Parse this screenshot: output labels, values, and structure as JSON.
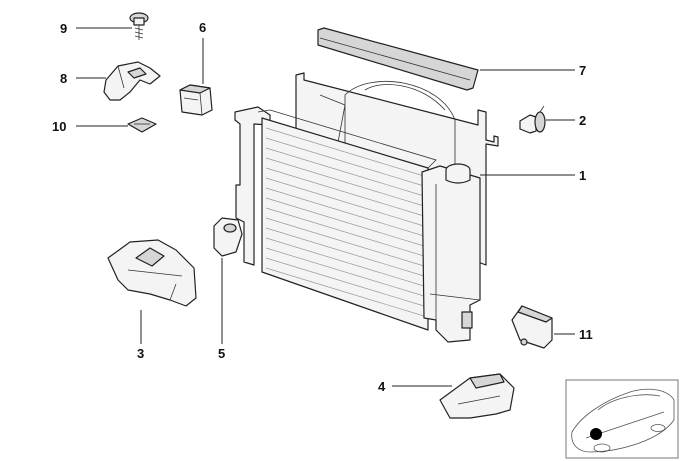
{
  "callouts": [
    {
      "id": "c1",
      "label": "1"
    },
    {
      "id": "c2",
      "label": "2"
    },
    {
      "id": "c3",
      "label": "3"
    },
    {
      "id": "c4",
      "label": "4"
    },
    {
      "id": "c5",
      "label": "5"
    },
    {
      "id": "c6",
      "label": "6"
    },
    {
      "id": "c7",
      "label": "7"
    },
    {
      "id": "c8",
      "label": "8"
    },
    {
      "id": "c9",
      "label": "9"
    },
    {
      "id": "c10",
      "label": "10"
    },
    {
      "id": "c11",
      "label": "11"
    }
  ],
  "inset": {
    "icon": "car-location-icon",
    "marker_color": "#000000"
  },
  "colors": {
    "line": "#222222",
    "fill_light": "#f4f4f4",
    "fill_dark": "#d6d6d6"
  }
}
